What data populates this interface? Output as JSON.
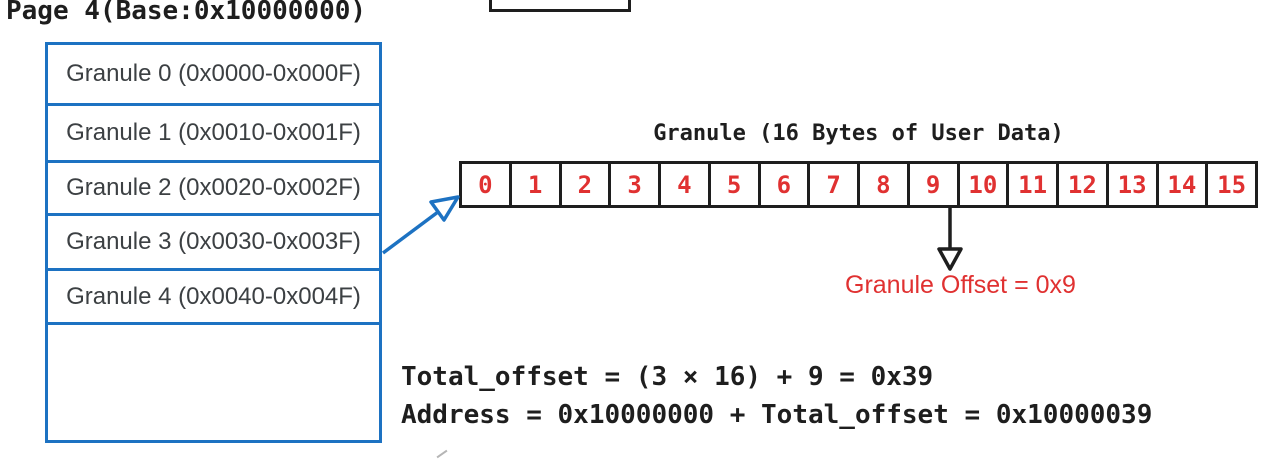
{
  "page": {
    "title": "Page 4(Base:0x10000000)"
  },
  "page_table": {
    "granules": [
      {
        "label": "Granule 0 (0x0000-0x000F)"
      },
      {
        "label": "Granule 1 (0x0010-0x001F)"
      },
      {
        "label": "Granule 2 (0x0020-0x002F)"
      },
      {
        "label": "Granule 3 (0x0030-0x003F)"
      },
      {
        "label": "Granule 4 (0x0040-0x004F)"
      },
      {
        "label": ""
      }
    ]
  },
  "granule_detail": {
    "title": "Granule (16 Bytes of User Data)",
    "byte_indices": [
      "0",
      "1",
      "2",
      "3",
      "4",
      "5",
      "6",
      "7",
      "8",
      "9",
      "10",
      "11",
      "12",
      "13",
      "14",
      "15"
    ],
    "highlighted_index": "9",
    "offset_label": "Granule Offset = 0x9"
  },
  "calculation": {
    "line1": "Total_offset = (3 × 16) + 9 = 0x39",
    "line2": "Address = 0x10000000 + Total_offset = 0x10000039"
  },
  "colors": {
    "box_blue": "#1d72c2",
    "accent_red": "#e03131",
    "ink_black": "#1e1e1e",
    "label_gray": "#3c4043"
  }
}
